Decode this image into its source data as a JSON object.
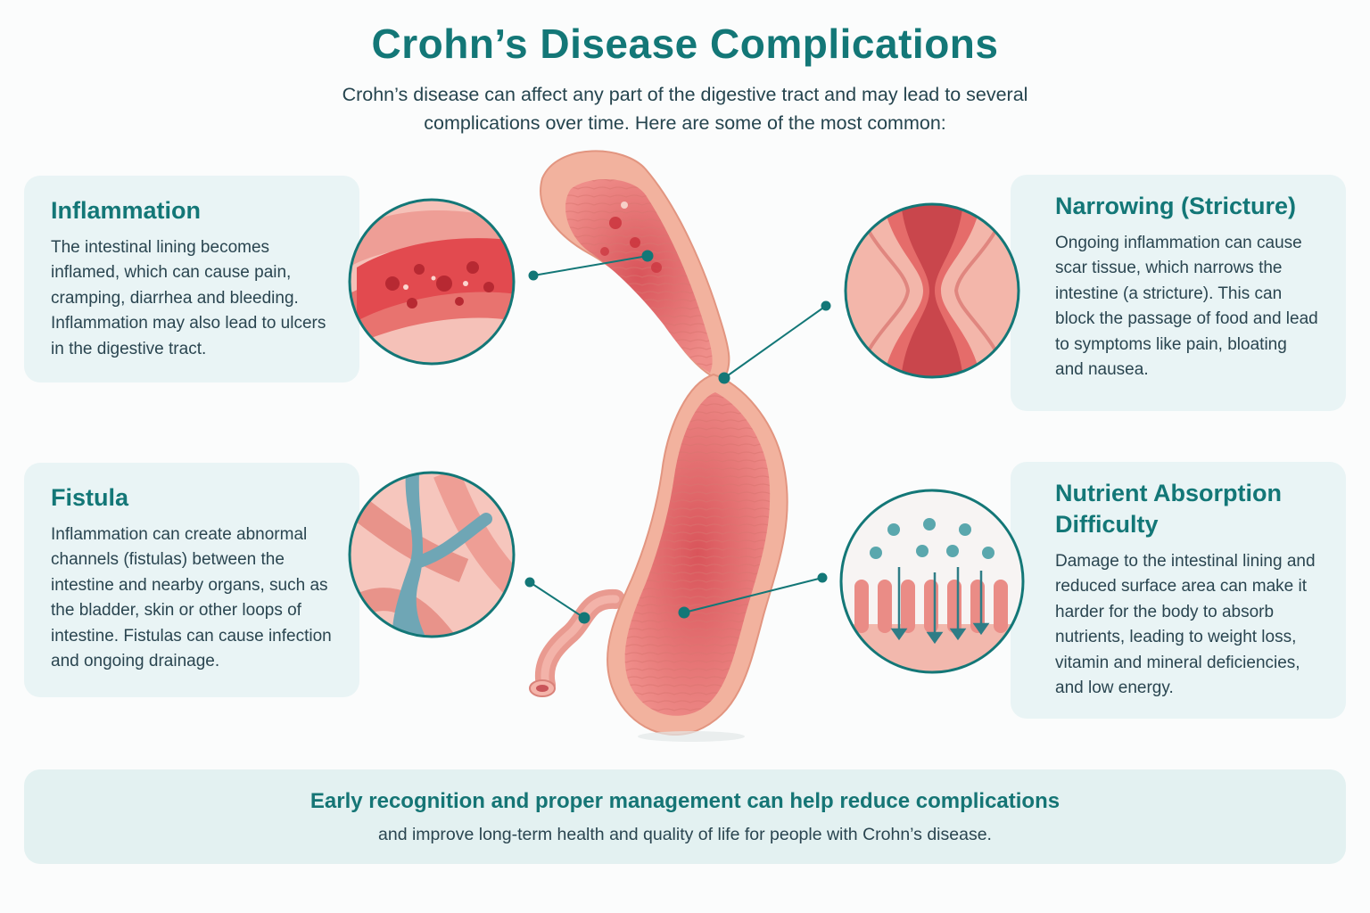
{
  "title": "Crohn’s Disease Complications",
  "subtitle": "Crohn’s disease can affect any part of the digestive tract and may lead to several complications over time. Here are some of the most common:",
  "cards": {
    "inflammation": {
      "heading": "Inflammation",
      "body": "The intestinal lining becomes inflamed, which can cause pain, cramping, diarrhea and bleeding. Inflammation may also lead to ulcers in the digestive tract."
    },
    "fistula": {
      "heading": "Fistula",
      "body": "Inflammation can create abnormal channels (fistulas) between the intestine and nearby organs, such as the bladder, skin or other loops of intestine. Fistulas can cause infection and ongoing drainage."
    },
    "stricture": {
      "heading": "Narrowing (Stricture)",
      "body": "Ongoing inflammation can cause scar tissue, which narrows the intestine (a stricture). This can block the passage of food and lead to symptoms like pain, bloating and nausea."
    },
    "absorption": {
      "heading": "Nutrient Absorption Difficulty",
      "body": "Damage to the intestinal lining and reduced surface area can make it harder for the body to absorb nutrients, leading to weight loss, vitamin and mineral deficiencies, and low energy."
    }
  },
  "footer": {
    "line1": "Early recognition and proper management can help reduce complications",
    "line2": "and improve long-term health and quality of life for people with Crohn’s disease."
  },
  "colors": {
    "accent": "#137777",
    "card_bg": "#e9f4f5",
    "tissue": "#f0a39a",
    "inflamed": "#e0454a",
    "fistula": "#6fa6b5"
  }
}
